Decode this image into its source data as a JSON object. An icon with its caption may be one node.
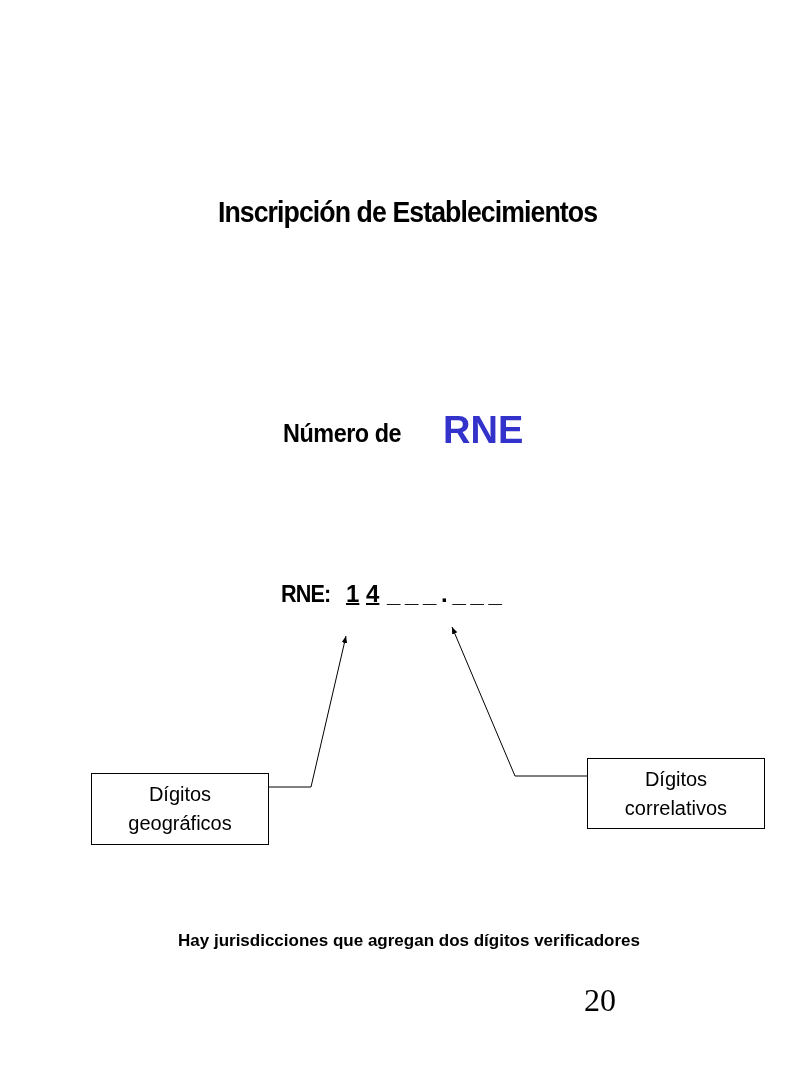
{
  "diagram": {
    "title": "Inscripción de Establecimientos",
    "nodes": [
      {
        "text": [
          "Dígitos geográficos"
        ]
      },
      {
        "text": [
          "Dígitos correlativos"
        ]
      }
    ],
    "edges": [
      {
        "from": 0,
        "to": null,
        "arrow": "to"
      },
      {
        "from": 1,
        "to": null,
        "arrow": "to"
      }
    ],
    "labels": [
      "Número de",
      "RNE",
      "RNE:",
      "1",
      "4",
      "_ _ _ . _ _ _",
      "Hay jurisdicciones que agregan dos dígitos verificadores",
      "20"
    ]
  }
}
